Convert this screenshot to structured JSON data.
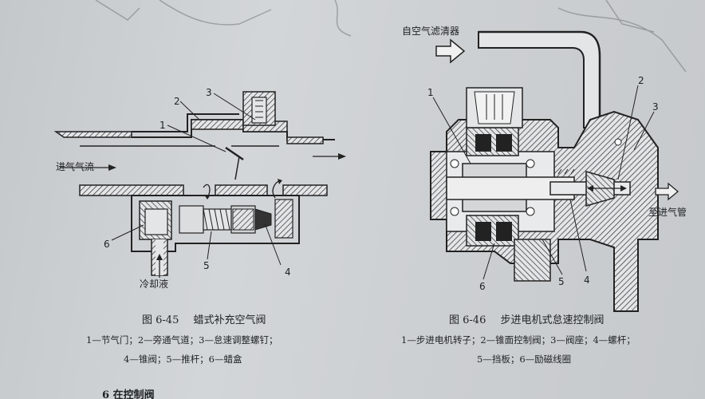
{
  "figure_left": {
    "number": "图 6-45",
    "title": "蜡式补充空气阀",
    "legend_line1": "1—节气门；2—旁通气道；3—怠速调整螺钉；",
    "legend_line2": "4—锥阀；5—推杆；6—蜡盒",
    "inlet_label": "进气气流",
    "coolant_label": "冷却液",
    "callouts": [
      "1",
      "2",
      "3",
      "4",
      "5",
      "6"
    ]
  },
  "figure_right": {
    "number": "图 6-46",
    "title": "步进电机式怠速控制阀",
    "legend_line1": "1—步进电机转子；2—锥面控制阀；3—阀座；4—螺杆；",
    "legend_line2": "5—挡板；6—励磁线圈",
    "from_filter_label": "自空气滤清器",
    "to_intake_label": "至进气管",
    "callouts": [
      "1",
      "2",
      "3",
      "4",
      "5",
      "6"
    ]
  },
  "footer_fragment": "6  在控制阀"
}
